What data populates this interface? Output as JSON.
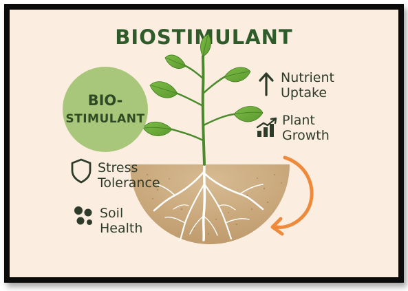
{
  "title": "BIOSTIMULANT",
  "badge": {
    "line1": "BIO-",
    "line2": "STIMULANT"
  },
  "benefits": [
    {
      "icon": "arrow-up-icon",
      "line1": "Nutrient",
      "line2": "Uptake"
    },
    {
      "icon": "growth-chart-icon",
      "line1": "Plant",
      "line2": "Growth"
    },
    {
      "icon": "shield-icon",
      "line1": "Stress",
      "line2": "Tolerance"
    },
    {
      "icon": "soil-particles-icon",
      "line1": "Soil",
      "line2": "Health"
    }
  ],
  "colors": {
    "background": "#fbeee0",
    "title": "#2f5a2a",
    "badge": "#a9c77a",
    "leaf": "#6aa83a",
    "soil": "#c8a77c",
    "cycle_arrow": "#ee8a3c",
    "frame": "#0b0b0b"
  }
}
